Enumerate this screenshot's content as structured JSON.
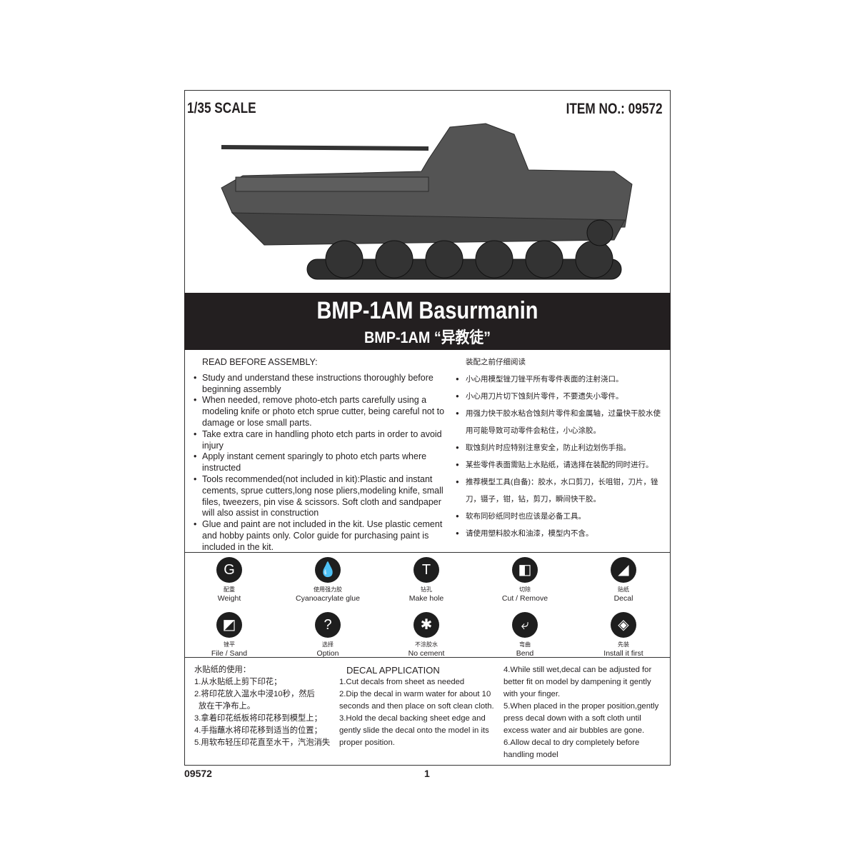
{
  "header": {
    "scale": "1/35 SCALE",
    "item_no": "ITEM NO.: 09572"
  },
  "title": {
    "main": "BMP-1AM Basurmanin",
    "sub": "BMP-1AM “异教徒”"
  },
  "read_before": {
    "heading": "READ BEFORE ASSEMBLY:",
    "items": [
      "Study and understand these instructions thoroughly before beginning assembly",
      "When needed, remove photo-etch parts carefully using a modeling knife or photo etch sprue cutter, being careful not to damage or lose small parts.",
      "Take extra care in handling photo etch parts in order to avoid injury",
      "Apply instant cement sparingly to photo etch parts where instructed",
      "Tools recommended(not included in kit):Plastic and instant cements, sprue cutters,long nose pliers,modeling knife, small files, tweezers, pin vise & scissors. Soft cloth and sandpaper will also assist in construction",
      "Glue and paint are not included in the kit. Use plastic cement and hobby paints only. Color guide for purchasing paint is included in the kit."
    ]
  },
  "read_before_cn": {
    "heading": "装配之前仔细阅读",
    "items": [
      "小心用模型锉刀锉平所有零件表面的注射浇口。",
      "小心用刀片切下蚀刻片零件，不要遗失小零件。",
      "用强力快干胶水粘合蚀刻片零件和金属轴，过量快干胶水使用可能导致可动零件会粘住，小心涂胶。",
      "取蚀刻片时应特别注意安全，防止利边划伤手指。",
      "某些零件表面需贴上水贴纸，请选择在装配的同时进行。",
      "推荐模型工具(自备)：胶水，水口剪刀，长咀钳，刀片，锉刀，镊子，钳，钻，剪刀，瞬间快干胶。",
      "软布同砂纸同时也应该是必备工具。",
      "请使用塑料胶水和油漆，模型内不含。"
    ]
  },
  "symbols": [
    {
      "cn": "配重",
      "en": "Weight",
      "icon": "weight-bottle-icon",
      "glyph": "G"
    },
    {
      "cn": "使用强力胶",
      "en": "Cyanoacrylate glue",
      "icon": "glue-drop-icon",
      "glyph": "💧"
    },
    {
      "cn": "钻孔",
      "en": "Make hole",
      "icon": "drill-icon",
      "glyph": "T"
    },
    {
      "cn": "切除",
      "en": "Cut / Remove",
      "icon": "cut-icon",
      "glyph": "◧"
    },
    {
      "cn": "贴纸",
      "en": "Decal",
      "icon": "decal-icon",
      "glyph": "◢"
    },
    {
      "cn": "锉平",
      "en": "File / Sand",
      "icon": "file-icon",
      "glyph": "◩"
    },
    {
      "cn": "选择",
      "en": "Option",
      "icon": "question-icon",
      "glyph": "?"
    },
    {
      "cn": "不涂胶水",
      "en": "No cement",
      "icon": "no-cement-icon",
      "glyph": "✱"
    },
    {
      "cn": "弯曲",
      "en": "Bend",
      "icon": "bend-arrow-icon",
      "glyph": "⤶"
    },
    {
      "cn": "先装",
      "en": "Install it first",
      "icon": "install-first-icon",
      "glyph": "◈"
    }
  ],
  "decal_cn": {
    "heading": "水贴纸的使用：",
    "items": [
      "1.从水贴纸上剪下印花；",
      "2.将印花放入温水中浸10秒，然后",
      "  放在干净布上。",
      "3.拿着印花纸板将印花移到模型上；",
      "4.手指蘸水将印花移到适当的位置；",
      "5.用软布轻压印花直至水干，汽泡消失"
    ]
  },
  "decal_en": {
    "heading": "DECAL APPLICATION",
    "items": [
      "1.Cut decals from sheet as needed",
      "2.Dip the decal in warm water for about 10 seconds and then place on soft clean cloth.",
      "3.Hold the decal backing sheet edge and gently slide the decal onto the model in its proper position."
    ],
    "items2": [
      "4.While still wet,decal can be adjusted for better fit on model by dampening it gently with your finger.",
      "5.When placed in the proper position,gently press decal down with a soft cloth until excess water and air bubbles are gone.",
      "6.Allow decal to dry completely before handling model"
    ]
  },
  "footer": {
    "item": "09572",
    "page": "1"
  }
}
